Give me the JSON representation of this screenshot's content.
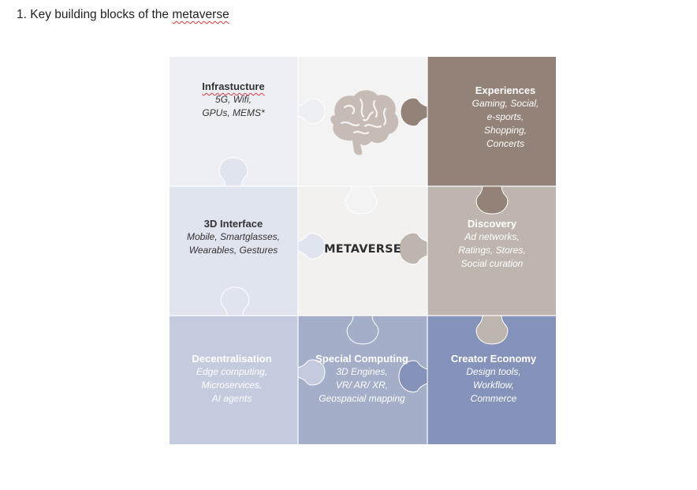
{
  "heading": {
    "prefix": "1. Key building blocks of the ",
    "emphasis": "metaverse"
  },
  "center_label": "METAVERSE",
  "tiles": {
    "infrastructure": {
      "title": "Infrastucture",
      "lines": [
        "5G, Wifi,",
        "GPUs, MEMS*"
      ]
    },
    "experiences": {
      "title": "Experiences",
      "lines": [
        "Gaming, Social,",
        "e-sports,",
        "Shopping,",
        "Concerts"
      ]
    },
    "interface": {
      "title": "3D Interface",
      "lines": [
        "Mobile, Smartglasses,",
        "Wearables, Gestures"
      ]
    },
    "discovery": {
      "title": "Discovery",
      "lines": [
        "Ad networks,",
        "Ratings, Stores,",
        "Social curation"
      ]
    },
    "decentralisation": {
      "title": "Decentralisation",
      "lines": [
        "Edge computing,",
        "Microservices,",
        "AI agents"
      ]
    },
    "computing": {
      "title": "Special Computing",
      "lines": [
        "3D Engines,",
        "VR/ AR/ XR,",
        "Geospacial mapping"
      ]
    },
    "creator": {
      "title": "Creator Economy",
      "lines": [
        "Design tools,",
        "Workflow,",
        "Commerce"
      ]
    }
  },
  "icons": {
    "center_top": "brain-icon"
  },
  "colors": {
    "infrastructure": "#eeeff5",
    "brain_tile": "#f4f3f3",
    "experiences": "#928278",
    "interface": "#e0e4ef",
    "center": "#f2f1f0",
    "discovery": "#beb5ae",
    "decentralisation": "#c5cbdf",
    "computing": "#a5aec9",
    "creator": "#8593bb",
    "brain": "#c7bbb5",
    "spellcheck": "#d83b3b"
  }
}
